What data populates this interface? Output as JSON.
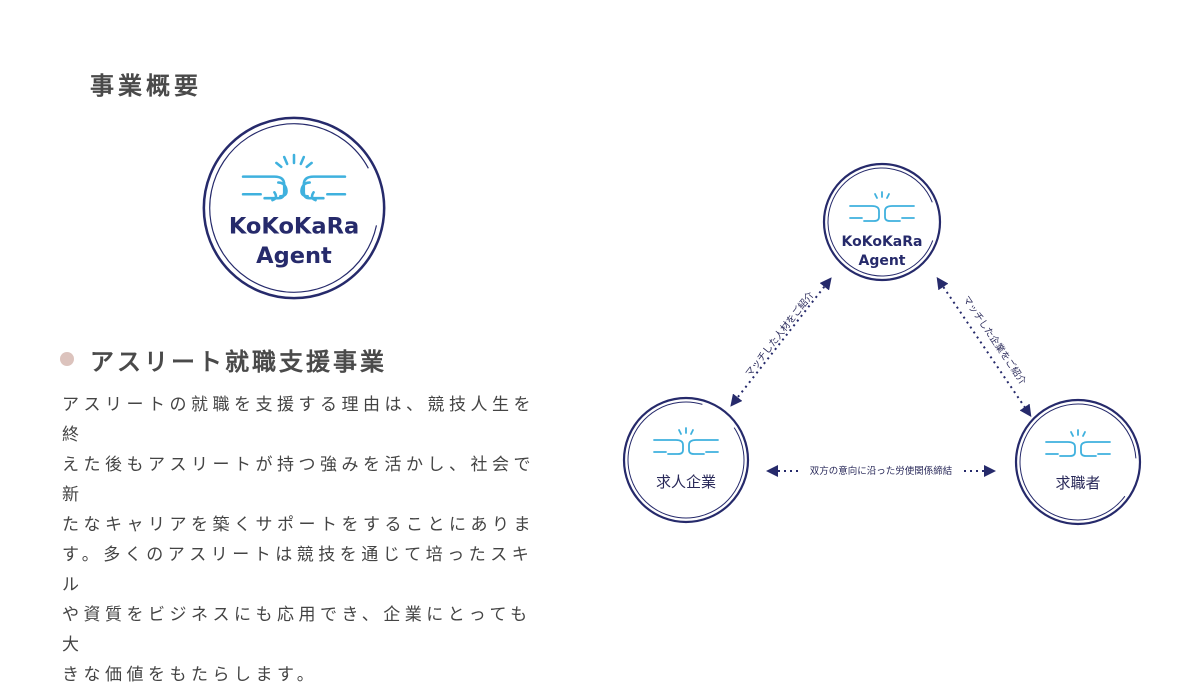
{
  "page": {
    "title": "事業概要"
  },
  "logo": {
    "line1": "KoKoKaRa",
    "line2": "Agent",
    "icon": "fist-bump-icon"
  },
  "section": {
    "heading": "アスリート就職支援事業",
    "body_lines": [
      "アスリートの就職を支援する理由は、競技人生を終",
      "えた後もアスリートが持つ強みを活かし、社会で新",
      "たなキャリアを築くサポートをすることにありま",
      "す。多くのアスリートは競技を通じて培ったスキル",
      "や資質をビジネスにも応用でき、企業にとっても大",
      "きな価値をもたらします。"
    ]
  },
  "diagram": {
    "center_node": {
      "line1": "KoKoKaRa",
      "line2": "Agent"
    },
    "left_node": "求人企業",
    "right_node": "求職者",
    "left_edge_label": "マッチした人材をご紹介",
    "right_edge_label": "マッチした企業をご紹介",
    "bottom_edge_label": "双方の意向に沿った労使関係締結"
  },
  "colors": {
    "navy": "#262a6b",
    "accent_blue": "#3fb1de",
    "bullet": "#dcc3bd"
  }
}
